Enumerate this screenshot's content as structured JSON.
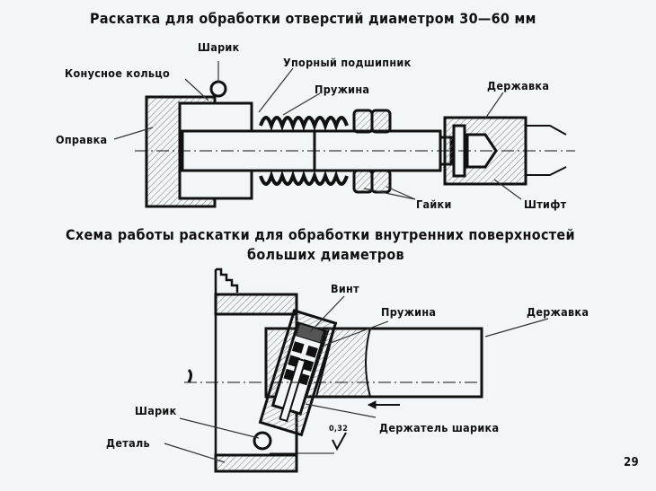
{
  "titles": {
    "top": "Раскатка для обработки отверстий диаметром  30—60 мм",
    "bottom_line1": "Схема работы раскатки для обработки внутренних поверхностей",
    "bottom_line2": "больших диаметров"
  },
  "top_labels": {
    "sharik": "Шарик",
    "konusnoe": "Конусное кольцо",
    "upornyi": "Упорный подшипник",
    "pruzhina": "Пружина",
    "derzhavka": "Державка",
    "opravka": "Оправка",
    "gaiki": "Гайки",
    "shtift": "Штифт"
  },
  "bottom_labels": {
    "vint": "Винт",
    "pruzhina": "Пружина",
    "derzhavka": "Державка",
    "sharik": "Шарик",
    "detal": "Деталь",
    "derzhatel": "Держатель шарика",
    "roughness": "0,32"
  },
  "page_number": "29"
}
